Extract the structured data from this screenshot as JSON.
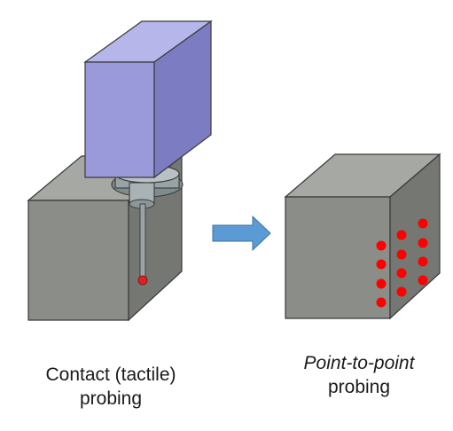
{
  "captions": {
    "left": {
      "line1": "Contact (tactile)",
      "line2": "probing"
    },
    "right": {
      "line1": "Point-to-point",
      "line2": "probing"
    }
  },
  "colors": {
    "cube_front": "#8b8d88",
    "cube_top": "#a6a8a3",
    "cube_side": "#757772",
    "probe_body_front": "#9a9adb",
    "probe_body_top": "#b6b6ea",
    "probe_body_side": "#7c7cc2",
    "probe_tip": "#e02020",
    "arrow": "#5b9bd5",
    "points": "#ff0000"
  },
  "icons": [
    "right-arrow-icon",
    "probe-icon",
    "cube-icon"
  ]
}
